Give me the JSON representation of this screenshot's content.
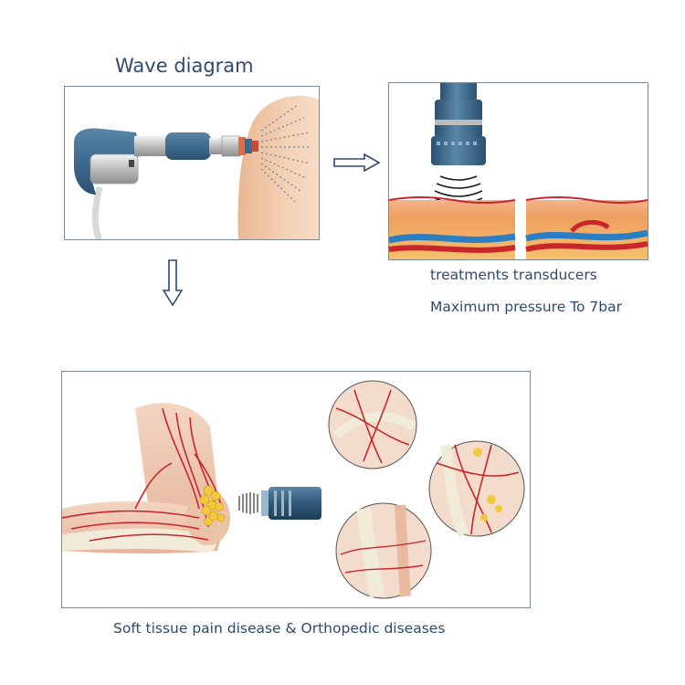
{
  "title": "Wave diagram",
  "captions": {
    "transducers": "treatments transducers",
    "pressure": "Maximum pressure To 7bar",
    "diseases": "Soft tissue pain disease & Orthopedic diseases"
  },
  "colors": {
    "text": "#2f4a6e",
    "device_blue": "#3d6a8e",
    "skin": "#eec7a5",
    "vessel_red": "#c8262a",
    "vessel_blue": "#2a7fc4",
    "fat_yellow": "#f3c93b"
  },
  "icons": [
    "right-arrow-icon",
    "down-arrow-icon"
  ]
}
